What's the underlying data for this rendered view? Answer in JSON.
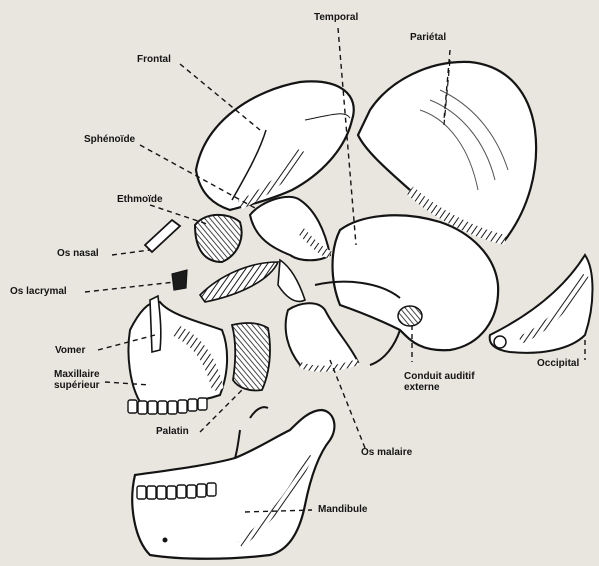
{
  "labels": {
    "temporal": "Temporal",
    "parietal": "Pariétal",
    "frontal": "Frontal",
    "sphenoide": "Sphénoïde",
    "ethmoide": "Ethmoïde",
    "os_nasal": "Os nasal",
    "os_lacrymal": "Os lacrymal",
    "vomer": "Vomer",
    "maxillaire_line1": "Maxillaire",
    "maxillaire_line2": "supérieur",
    "palatin": "Palatin",
    "os_malaire": "Os malaire",
    "mandibule": "Mandibule",
    "occipital": "Occipital",
    "conduit_line1": "Conduit auditif",
    "conduit_line2": "externe"
  }
}
